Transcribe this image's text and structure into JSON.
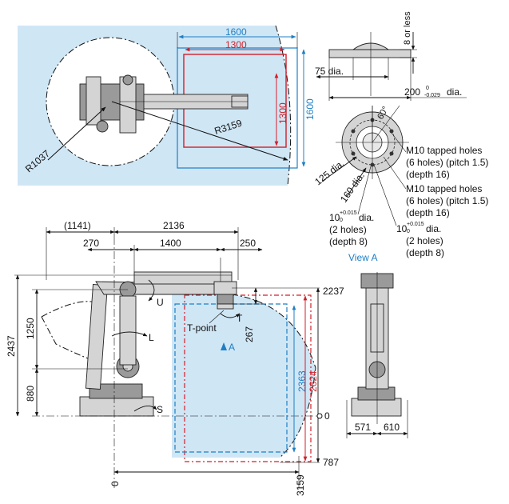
{
  "top_view": {
    "outer_width": "1600",
    "inner_width": "1300",
    "inner_height": "1300",
    "outer_height": "1600",
    "radius_outer": "R3159",
    "radius_inner": "R1037"
  },
  "flange": {
    "clearance": "8 or less",
    "shaft_dia": "75 dia.",
    "flange_dia_value": "200",
    "flange_dia_tol_upper": "0",
    "flange_dia_tol_lower": "-0.029",
    "flange_dia_unit": "dia.",
    "angle": "60°",
    "pcd_125": "125 dia.",
    "pcd_160": "160 dia.",
    "tapped_a_l1": "M10 tapped holes",
    "tapped_a_l2": "(6 holes) (pitch 1.5)",
    "tapped_a_l3": "(depth 16)",
    "tapped_b_l1": "M10 tapped holes",
    "tapped_b_l2": "(6 holes) (pitch 1.5)",
    "tapped_b_l3": "(depth 16)",
    "pin_a_value": "10",
    "pin_a_tol_upper": "+0.015",
    "pin_a_tol_lower": "0",
    "pin_a_unit": "dia.",
    "pin_a_l2": "(2 holes)",
    "pin_a_l3": "(depth 8)",
    "pin_b_value": "10",
    "pin_b_tol_upper": "+0.015",
    "pin_b_tol_lower": "0",
    "pin_b_unit": "dia.",
    "pin_b_l2": "(2 holes)",
    "pin_b_l3": "(depth 8)",
    "view_label": "View A"
  },
  "side_view": {
    "d_1141": "(1141)",
    "d_2136": "2136",
    "d_270": "270",
    "d_1400": "1400",
    "d_250": "250",
    "d_2437": "2437",
    "d_1250": "1250",
    "d_880": "880",
    "d_2237": "2237",
    "d_267": "267",
    "d_2363": "2363",
    "d_2624": "2624",
    "d_787": "787",
    "zero_right": "0",
    "zero_bottom": "0",
    "d_3159": "3159",
    "axis_u": "U",
    "axis_l": "L",
    "axis_s": "S",
    "axis_t": "T",
    "t_point": "T-point",
    "arrow_a": "A"
  },
  "front_view": {
    "d_571": "571",
    "d_610": "610"
  },
  "colors": {
    "red": "#d0202a",
    "blue": "#1f7fc4",
    "work_area": "#cfe6f5"
  }
}
